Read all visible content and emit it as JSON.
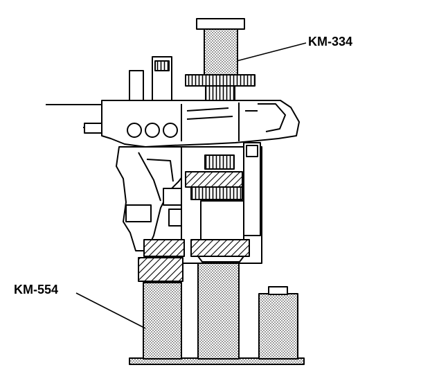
{
  "figure": {
    "callouts": [
      {
        "id": "tool-top",
        "label": "KM-334"
      },
      {
        "id": "tool-left",
        "label": "KM-554"
      }
    ],
    "colors": {
      "ink": "#000000",
      "paper": "#ffffff",
      "stipple": "#8a8a8a"
    }
  }
}
